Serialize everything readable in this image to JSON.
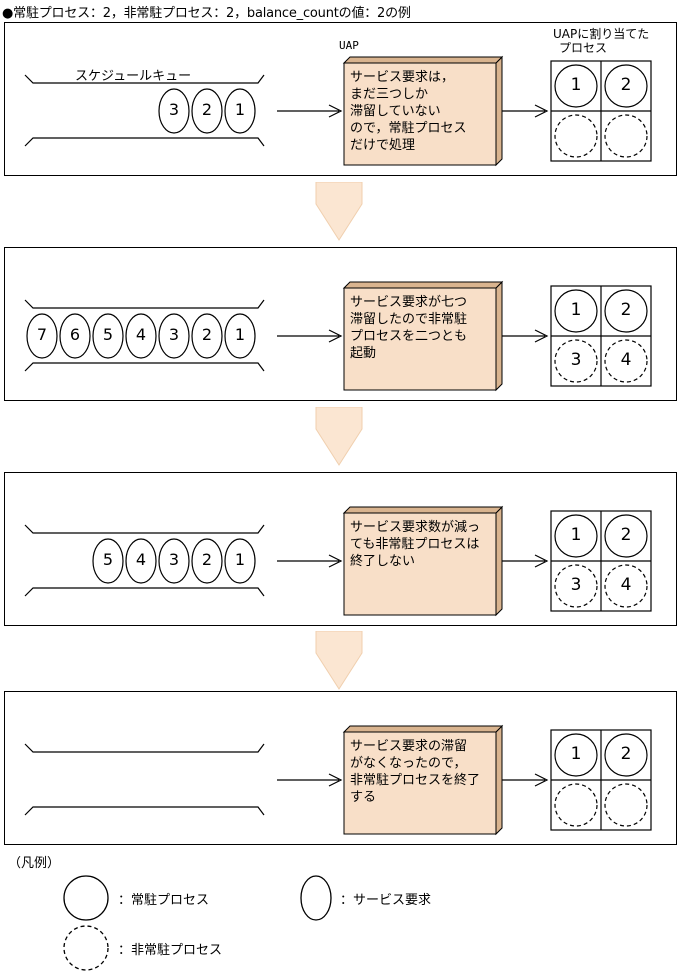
{
  "title": "●常駐プロセス：2，非常駐プロセス：2，balance_countの値：2の例",
  "queue_label": "スケジュールキュー",
  "uap_label": "UAP",
  "assign_label_line1": "UAPに割り当てた",
  "assign_label_line2": "プロセス",
  "panels": [
    {
      "requests": [
        "3",
        "2",
        "1"
      ],
      "box_text": "サービス要求は，\nまだ三つしか\n滞留していない\nので，常駐プロセス\nだけで処理",
      "processes": [
        {
          "label": "1",
          "type": "resident"
        },
        {
          "label": "2",
          "type": "resident"
        },
        {
          "label": "",
          "type": "nonresident"
        },
        {
          "label": "",
          "type": "nonresident"
        }
      ]
    },
    {
      "requests": [
        "7",
        "6",
        "5",
        "4",
        "3",
        "2",
        "1"
      ],
      "box_text": "サービス要求が七つ\n滞留したので非常駐\nプロセスを二つとも\n起動",
      "processes": [
        {
          "label": "1",
          "type": "resident"
        },
        {
          "label": "2",
          "type": "resident"
        },
        {
          "label": "3",
          "type": "nonresident"
        },
        {
          "label": "4",
          "type": "nonresident"
        }
      ]
    },
    {
      "requests": [
        "5",
        "4",
        "3",
        "2",
        "1"
      ],
      "box_text": "サービス要求数が減っ\nても非常駐プロセスは\n終了しない",
      "processes": [
        {
          "label": "1",
          "type": "resident"
        },
        {
          "label": "2",
          "type": "resident"
        },
        {
          "label": "3",
          "type": "nonresident"
        },
        {
          "label": "4",
          "type": "nonresident"
        }
      ]
    },
    {
      "requests": [],
      "box_text": "サービス要求の滞留\nがなくなったので，\n非常駐プロセスを終了\nする",
      "processes": [
        {
          "label": "1",
          "type": "resident"
        },
        {
          "label": "2",
          "type": "resident"
        },
        {
          "label": "",
          "type": "nonresident"
        },
        {
          "label": "",
          "type": "nonresident"
        }
      ]
    }
  ],
  "legend": {
    "title": "（凡例）",
    "resident": "：常駐プロセス",
    "request": "：サービス要求",
    "nonresident": "：非常駐プロセス"
  },
  "colors": {
    "box_face": "#f8dfc8",
    "box_side": "#d9b48f",
    "arrow_fill": "#fbe6d2",
    "arrow_stroke": "#f0cfae"
  }
}
